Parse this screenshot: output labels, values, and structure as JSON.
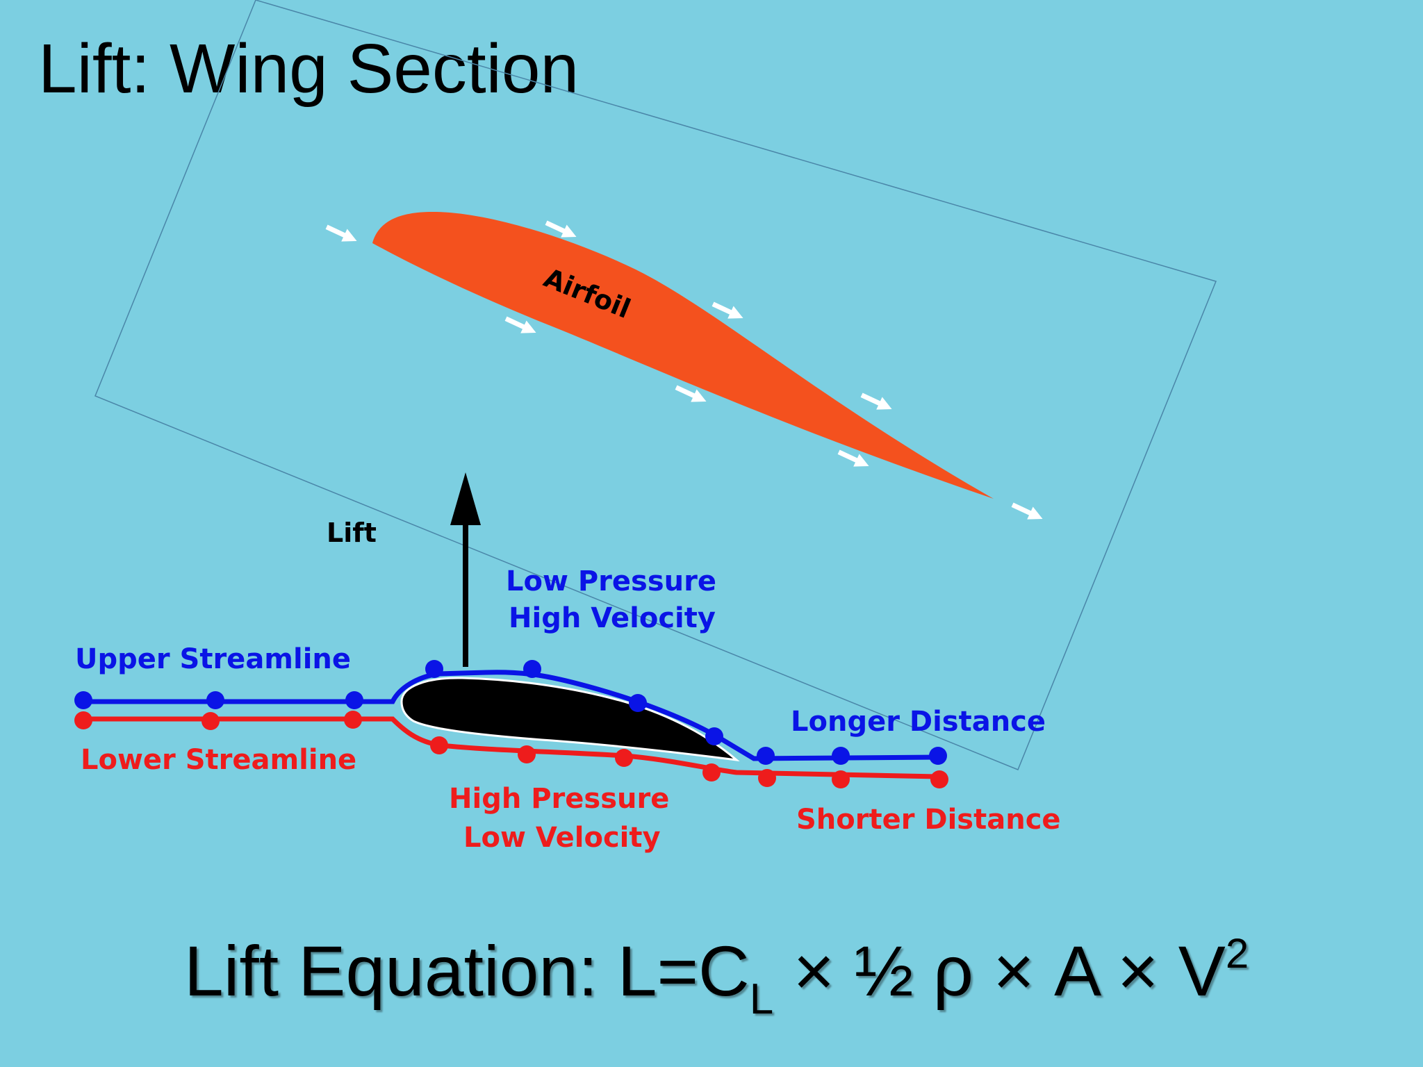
{
  "title": "Lift: Wing Section",
  "airfoil_label": "Airfoil",
  "lift_label": "Lift",
  "upper_label": "Low Pressure",
  "upper_label2": "High Velocity",
  "upper_streamline": "Upper Streamline",
  "lower_streamline": "Lower Streamline",
  "lower_label": "High Pressure",
  "lower_label2": "Low Velocity",
  "longer_distance": "Longer Distance",
  "shorter_distance": "Shorter Distance",
  "equation": {
    "prefix": "Lift Equation: L=C",
    "subscript": "L",
    "middle": " × ½ ρ × A × V",
    "superscript": "2"
  },
  "colors": {
    "background": "#7ccfe1",
    "airfoil": "#f4511e",
    "upper": "#0a14e6",
    "lower": "#ee1c1c",
    "flow_arrows": "#ffffff",
    "frame": "#4a86a8"
  },
  "icons": [
    "lift-arrow-icon",
    "flow-arrow-icon"
  ]
}
